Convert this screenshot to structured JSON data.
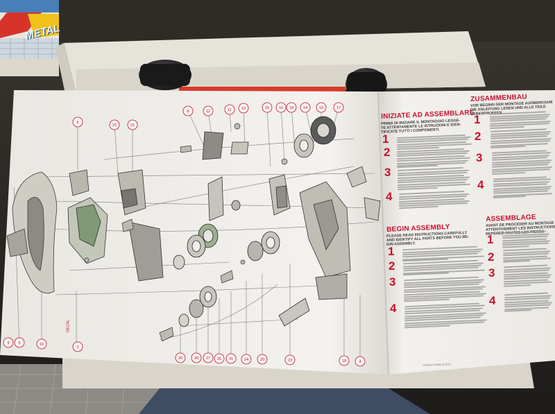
{
  "box_graphic": {
    "letters": "METAL"
  },
  "sheet": {
    "italiano": {
      "title": "INIZIATE AD ASSEMBLARE",
      "subtitle": [
        "PRIMA DI INIZIARE IL MONTAGGIO LEGGE-",
        "TE ATTENTAMENTE LE ISTRUZIONI E IDEN-",
        "TIFICATE TUTTI I COMPONENTI."
      ]
    },
    "english": {
      "title": "BEGIN ASSEMBLY",
      "subtitle": [
        "PLEASE READ INSTRUCTIONS CAREFULLY",
        "AND IDENTIFY ALL PARTS BEFORE YOU BE-",
        "GIN ASSEMBLY."
      ]
    },
    "deutsch": {
      "title": "ZUSAMMENBAU",
      "subtitle": [
        "VOR BEGINN DER MONTAGE AUFMERKSAM",
        "DIE ANLEITUNG LESEN UND ALLE TEILE",
        "UEBERPRUEFEN"
      ]
    },
    "francais": {
      "title": "ASSEMBLAGE",
      "subtitle": [
        "AVANT DE PROCEDER AU MONTAGE LIRE",
        "ATTENTIVEMENT LES INSTRUCTIONS ET",
        "REPERER TOUTES LES PIECES"
      ]
    },
    "steps": [
      "1",
      "2",
      "3",
      "4"
    ],
    "footer": "Printed in Italy by Esci",
    "diagram_labels_top": [
      "6",
      "22",
      "21",
      "8",
      "12",
      "11",
      "13",
      "15",
      "16",
      "18",
      "14",
      "10",
      "17"
    ],
    "diagram_labels_bottom": [
      "9",
      "5",
      "19",
      "3",
      "26",
      "28",
      "27",
      "25",
      "31",
      "24",
      "20",
      "23",
      "18",
      "4"
    ],
    "decal_label": "DECAL"
  },
  "colors": {
    "accent": "#c8102e",
    "paper": "#f1efea",
    "box": "#e4e1d8"
  }
}
